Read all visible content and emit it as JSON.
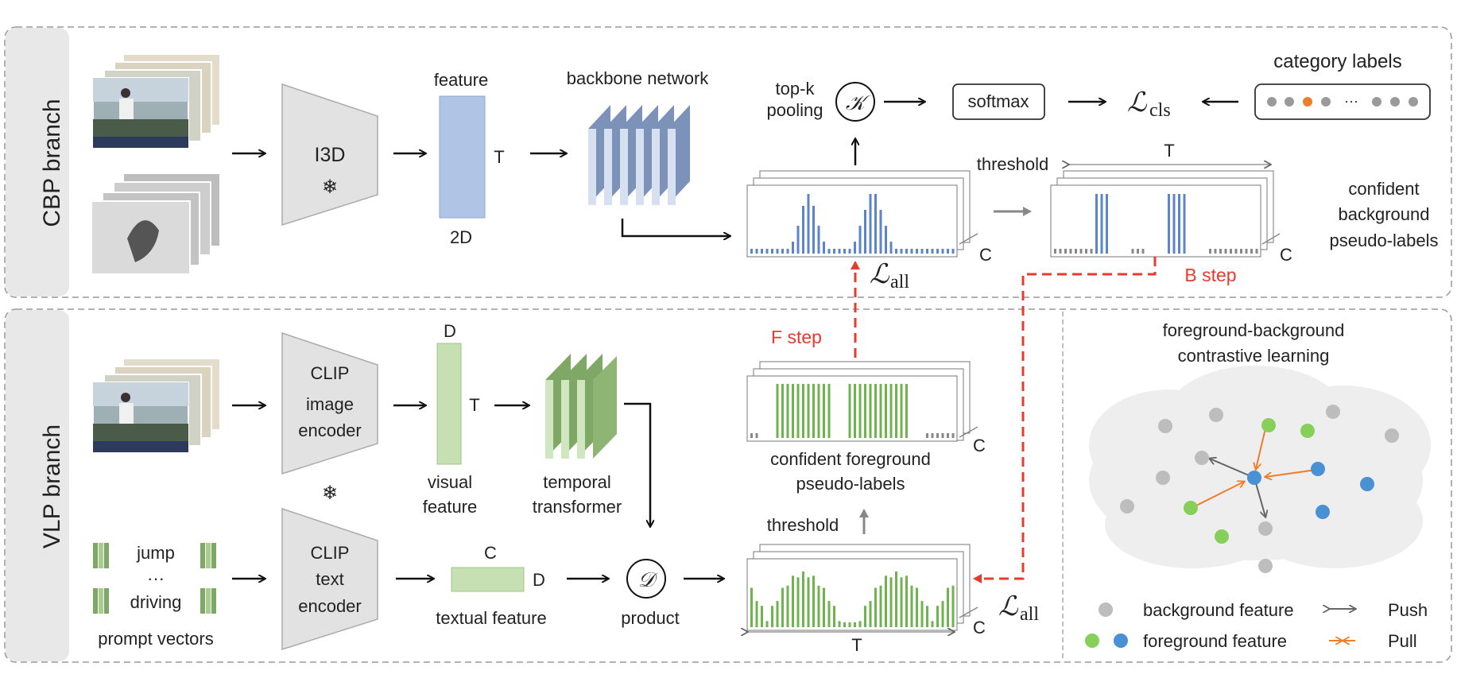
{
  "cbp": {
    "branch_label": "CBP  branch",
    "backbone_i3d": "I3D",
    "freeze_icon": "snowflake-icon",
    "feature_label": "feature",
    "feature_t": "T",
    "feature_2d": "2D",
    "backbone_network": "backbone network",
    "topk_label_1": "top-k",
    "topk_label_2": "pooling",
    "topk_symbol": "𝒦",
    "softmax": "softmax",
    "loss_cls_main": "ℒ",
    "loss_cls_sub": "cls",
    "category_labels": "category labels",
    "category_dots_ellipsis": "···",
    "threshold": "threshold",
    "T": "T",
    "C": "C",
    "confident_bg_1": "confident",
    "confident_bg_2": "background",
    "confident_bg_3": "pseudo-labels",
    "loss_all_main": "ℒ",
    "loss_all_sub": "all",
    "b_step": "B step"
  },
  "vlp": {
    "branch_label": "VLP  branch",
    "clip_image_1": "CLIP",
    "clip_image_2": "image",
    "clip_image_3": "encoder",
    "clip_text_1": "CLIP",
    "clip_text_2": "text",
    "clip_text_3": "encoder",
    "D": "D",
    "T": "T",
    "C": "C",
    "visual_feature_1": "visual",
    "visual_feature_2": "feature",
    "temporal_transformer_1": "temporal",
    "temporal_transformer_2": "transformer",
    "prompt_jump": "jump",
    "prompt_dots": "···",
    "prompt_driving": "driving",
    "prompt_vectors": "prompt vectors",
    "textual_feature": "textual feature",
    "product_symbol": "𝒟",
    "product": "product",
    "f_step": "F step",
    "confident_fg_1": "confident foreground",
    "confident_fg_2": "pseudo-labels",
    "threshold": "threshold",
    "loss_all_main": "ℒ",
    "loss_all_sub": "all"
  },
  "contrastive": {
    "title_1": "foreground-background",
    "title_2": "contrastive learning",
    "legend_bg": "background feature",
    "legend_fg": "foreground feature",
    "legend_push": "Push",
    "legend_pull": "Pull"
  },
  "colors": {
    "blue_bar": "#5b85c8",
    "green_bar": "#6fb34e",
    "orange_pull": "#f07d2b",
    "red_step": "#e83a2e",
    "gray_dot": "#bdbdbd",
    "green_dot": "#86d05a",
    "blue_dot": "#4a90d4",
    "feature_blue": "#b0c4e6",
    "feature_green": "#c6e0b4"
  }
}
